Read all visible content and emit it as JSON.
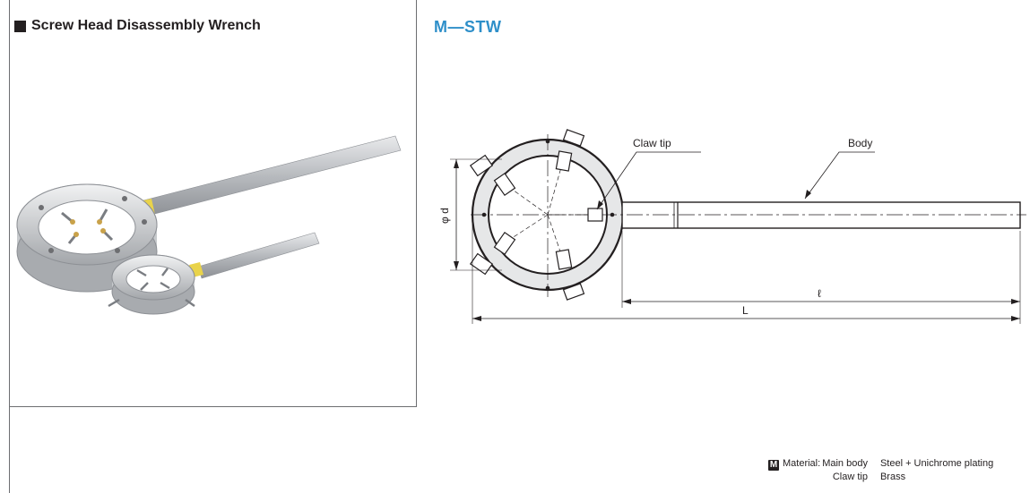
{
  "header": {
    "section_title": "Screw Head Disassembly Wrench",
    "model_code": "M—STW"
  },
  "drawing": {
    "callouts": {
      "claw_tip": "Claw tip",
      "body": "Body"
    },
    "dimensions": {
      "diameter": "φ d",
      "length_handle": "ℓ",
      "length_total": "L"
    }
  },
  "material": {
    "badge": "M",
    "label": "Material:",
    "rows": [
      {
        "part": "Main body",
        "value": "Steel + Unichrome plating"
      },
      {
        "part": "Claw tip",
        "value": "Brass"
      }
    ]
  },
  "colors": {
    "accent": "#2e8fc9",
    "text": "#231f20",
    "border": "#6d6e71"
  }
}
